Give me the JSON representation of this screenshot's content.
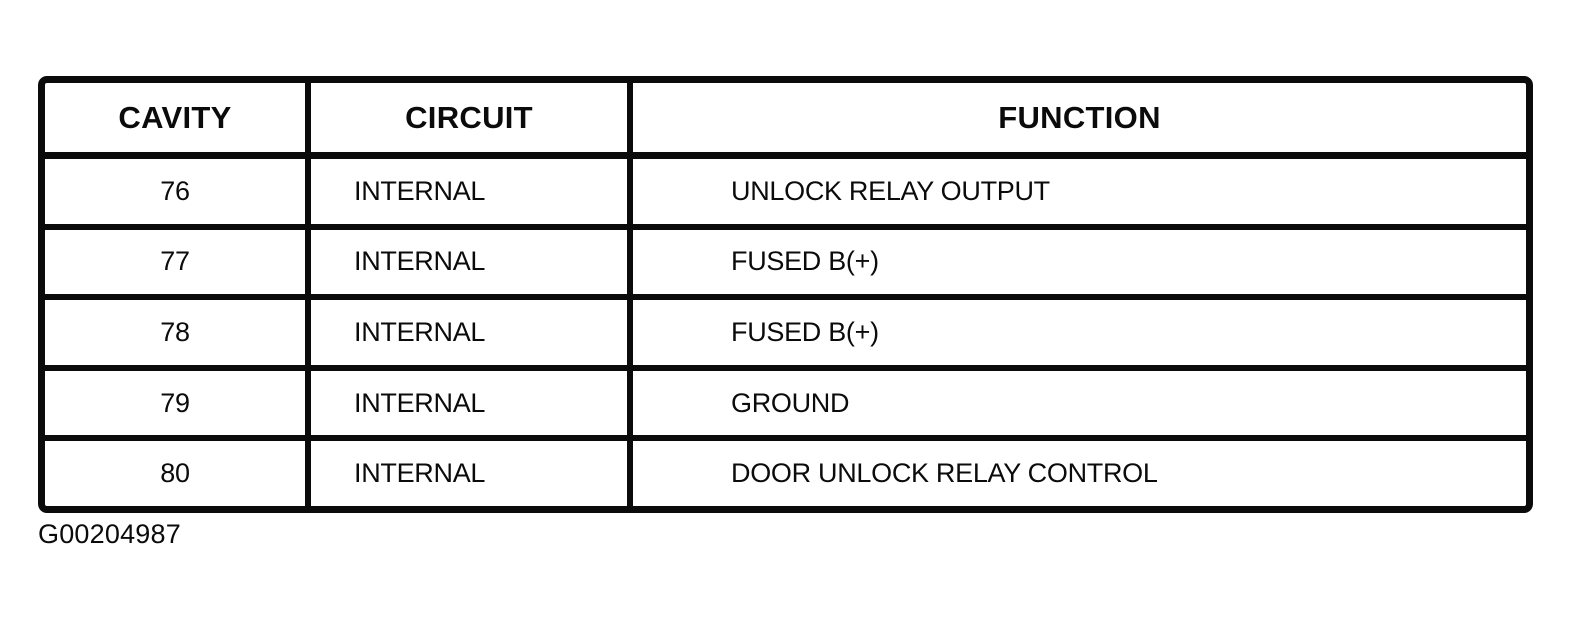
{
  "table": {
    "header": {
      "columns": [
        "CAVITY",
        "CIRCUIT",
        "FUNCTION"
      ]
    },
    "rows": [
      {
        "cavity": "76",
        "circuit": "INTERNAL",
        "function": "UNLOCK RELAY OUTPUT"
      },
      {
        "cavity": "77",
        "circuit": "INTERNAL",
        "function": "FUSED B(+)"
      },
      {
        "cavity": "78",
        "circuit": "INTERNAL",
        "function": "FUSED B(+)"
      },
      {
        "cavity": "79",
        "circuit": "INTERNAL",
        "function": "GROUND"
      },
      {
        "cavity": "80",
        "circuit": "INTERNAL",
        "function": "DOOR UNLOCK RELAY CONTROL"
      }
    ]
  },
  "footer": {
    "figure_id": "G00204987"
  },
  "colors": {
    "ink": "#0b0b0b",
    "background": "#ffffff"
  }
}
